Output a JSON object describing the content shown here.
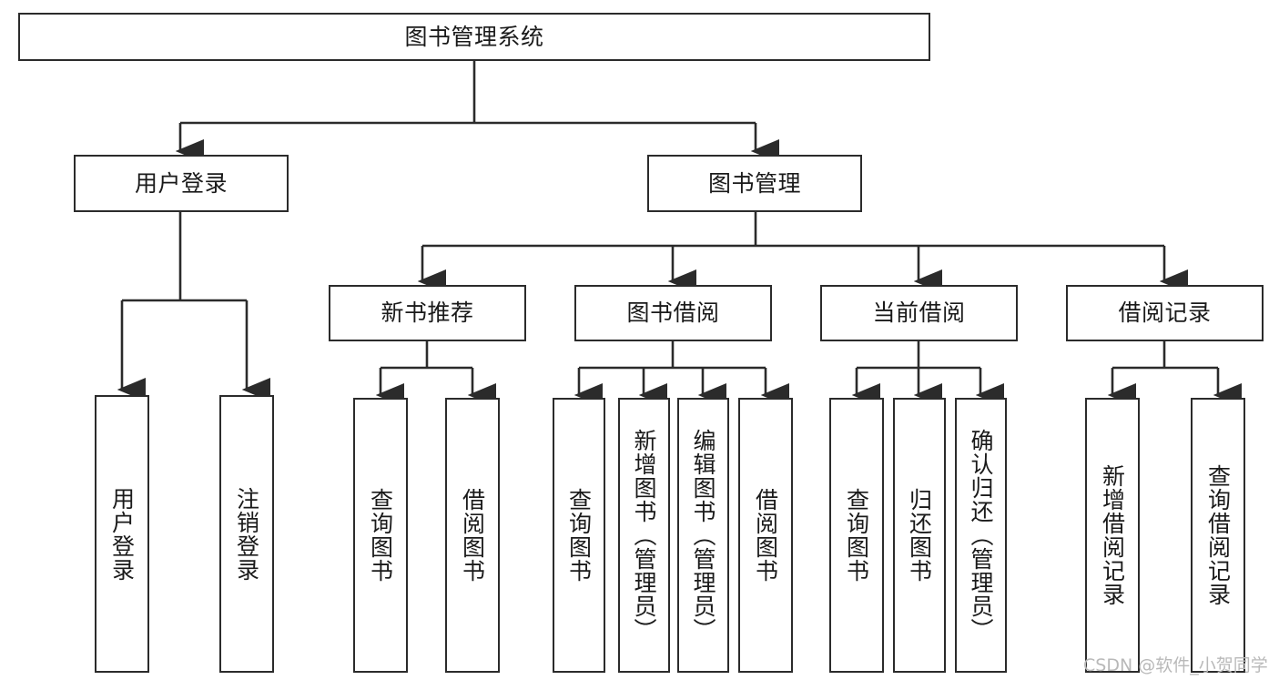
{
  "diagram": {
    "type": "tree-hierarchy",
    "title": "图书管理系统",
    "orientation": "top-down",
    "theme": {
      "box_border": "#2b2b2b",
      "box_fill": "#ffffff",
      "edge_color": "#2b2b2b",
      "text_color": "#1a1a1a",
      "background": "#ffffff",
      "watermark_color": "#b9b9b9"
    },
    "levels": [
      {
        "level": 1,
        "nodes": [
          {
            "id": "root",
            "label": "图书管理系统",
            "orientation": "horizontal"
          }
        ]
      },
      {
        "level": 2,
        "nodes": [
          {
            "id": "login",
            "label": "用户登录",
            "orientation": "horizontal",
            "parent": "root"
          },
          {
            "id": "bookmgmt",
            "label": "图书管理",
            "orientation": "horizontal",
            "parent": "root"
          }
        ]
      },
      {
        "level": 3,
        "nodes": [
          {
            "id": "newbook",
            "label": "新书推荐",
            "orientation": "horizontal",
            "parent": "bookmgmt"
          },
          {
            "id": "borrow",
            "label": "图书借阅",
            "orientation": "horizontal",
            "parent": "bookmgmt"
          },
          {
            "id": "current",
            "label": "当前借阅",
            "orientation": "horizontal",
            "parent": "bookmgmt"
          },
          {
            "id": "records",
            "label": "借阅记录",
            "orientation": "horizontal",
            "parent": "bookmgmt"
          }
        ]
      },
      {
        "level": 4,
        "nodes": [
          {
            "id": "leaf-user-login",
            "label": "用户登录",
            "orientation": "vertical",
            "parent": "login"
          },
          {
            "id": "leaf-user-logout",
            "label": "注销登录",
            "orientation": "vertical",
            "parent": "login"
          },
          {
            "id": "leaf-query-book-1",
            "label": "查询图书",
            "orientation": "vertical",
            "parent": "newbook"
          },
          {
            "id": "leaf-borrow-book-1",
            "label": "借阅图书",
            "orientation": "vertical",
            "parent": "newbook"
          },
          {
            "id": "leaf-query-book-2",
            "label": "查询图书",
            "orientation": "vertical",
            "parent": "borrow"
          },
          {
            "id": "leaf-add-book",
            "label": "新增图书（管理员）",
            "orientation": "vertical",
            "parent": "borrow"
          },
          {
            "id": "leaf-edit-book",
            "label": "编辑图书（管理员）",
            "orientation": "vertical",
            "parent": "borrow"
          },
          {
            "id": "leaf-borrow-book-2",
            "label": "借阅图书",
            "orientation": "vertical",
            "parent": "borrow"
          },
          {
            "id": "leaf-query-book-3",
            "label": "查询图书",
            "orientation": "vertical",
            "parent": "current"
          },
          {
            "id": "leaf-return-book",
            "label": "归还图书",
            "orientation": "vertical",
            "parent": "current"
          },
          {
            "id": "leaf-confirm-return",
            "label": "确认归还（管理员）",
            "orientation": "vertical",
            "parent": "current"
          },
          {
            "id": "leaf-add-record",
            "label": "新增借阅记录",
            "orientation": "vertical",
            "parent": "records"
          },
          {
            "id": "leaf-query-record",
            "label": "查询借阅记录",
            "orientation": "vertical",
            "parent": "records"
          }
        ]
      }
    ],
    "watermark": "CSDN @软件_小贺同学"
  }
}
